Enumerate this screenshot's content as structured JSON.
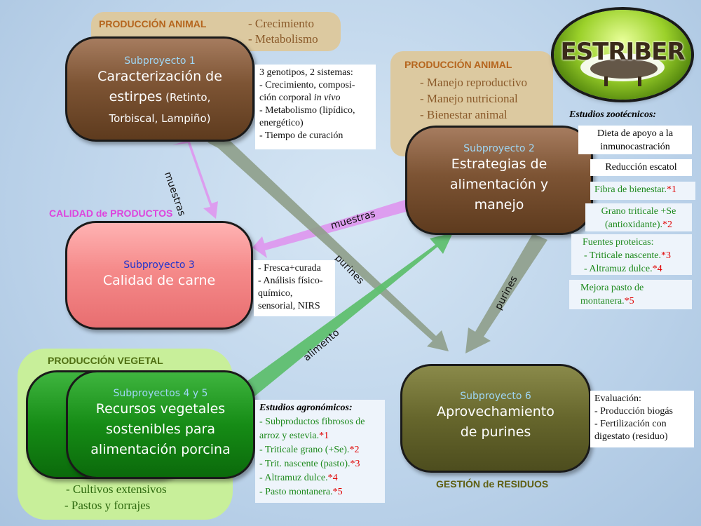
{
  "logo": {
    "text": "ESTRIBER"
  },
  "categories": {
    "produccion_animal_1": "PRODUCCIÓN ANIMAL",
    "produccion_animal_2": "PRODUCCIÓN ANIMAL",
    "calidad_productos": "CALIDAD de PRODUCTOS",
    "produccion_vegetal": "PRODUCCIÓN VEGETAL",
    "gestion_residuos": "GESTIÓN de RESIDUOS"
  },
  "panel_animal_1": {
    "items": [
      "- Crecimiento",
      "- Metabolismo"
    ]
  },
  "panel_animal_2": {
    "items": [
      "- Manejo reproductivo",
      "- Manejo nutricional",
      "- Bienestar animal"
    ]
  },
  "panel_vegetal": {
    "items": [
      "- Cultivos extensivos",
      "- Pastos y forrajes"
    ]
  },
  "sp1": {
    "subtitle": "Subproyecto 1",
    "title_line1": "Caracterización de",
    "title_line2a": "estirpes",
    "title_line2b": " (Retinto,",
    "title_line3": "Torbiscal, Lampiño)"
  },
  "sp2": {
    "subtitle": "Subproyecto 2",
    "title_line1": "Estrategias de",
    "title_line2": "alimentación y",
    "title_line3": "manejo"
  },
  "sp3": {
    "subtitle": "Subproyecto 3",
    "title_line1": "Calidad de carne"
  },
  "sp45": {
    "subtitle": "Subproyectos 4 y 5",
    "title_line1": "Recursos vegetales",
    "title_line2": "sostenibles para",
    "title_line3": "alimentación porcina"
  },
  "sp6": {
    "subtitle": "Subproyecto 6",
    "title_line1": "Aprovechamiento",
    "title_line2": "de purines"
  },
  "note_sp1": {
    "l1": "3 genotipos, 2 sistemas:",
    "l2": "- Crecimiento, composi-",
    "l3a": "ción corporal ",
    "l3b": "in vivo",
    "l4": "- Metabolismo (lipídico,",
    "l5": "energético)",
    "l6": "- Tiempo de curación"
  },
  "note_sp3": {
    "l1": "- Fresca+curada",
    "l2": "- Análisis físico-",
    "l3": "químico,",
    "l4": "sensorial, NIRS"
  },
  "note_sp6": {
    "l1": "Evaluación:",
    "l2": "- Producción biogás",
    "l3": "- Fertilización con",
    "l4": "digestato (residuo)"
  },
  "estudios_zootecnicos": {
    "title": "Estudios zootécnicos:",
    "i1a": "Dieta de apoyo a la",
    "i1b": "inmunocastración",
    "i2": "Reducción escatol",
    "i3": "Fibra de bienestar.",
    "i3m": "*1",
    "i4a": "Grano triticale +Se",
    "i4b": "(antioxidante).",
    "i4m": "*2",
    "i5a": "Fuentes proteicas:",
    "i5b": "- Triticale nascente.",
    "i5bm": "*3",
    "i5c": "- Altramuz dulce.",
    "i5cm": "*4",
    "i6a": "Mejora pasto de",
    "i6b": "montanera.",
    "i6m": "*5"
  },
  "estudios_agronomicos": {
    "title": "Estudios agronómicos:",
    "l1": "- Subproductos fibrosos de",
    "l2": "arroz y estevia.",
    "l2m": "*1",
    "l3": "- Triticale grano (+Se).",
    "l3m": "*2",
    "l4": "- Trit. nascente (pasto).",
    "l4m": "*3",
    "l5": "- Altramuz dulce.",
    "l5m": "*4",
    "l6": "- Pasto montanera.",
    "l6m": "*5"
  },
  "arrows": {
    "muestras_1": "muestras",
    "muestras_2": "muestras",
    "purines_1": "purines",
    "purines_2": "purines",
    "alimento": "alimento"
  },
  "colors": {
    "arrow_muestras": "#dd99ee",
    "arrow_purines": "#8f9f8c",
    "arrow_alimento": "#5fbf6f",
    "cat_animal": "#b5651d",
    "cat_calidad": "#dd44dd",
    "cat_vegetal": "#5a7a1a",
    "cat_residuos": "#6b6b1a"
  }
}
